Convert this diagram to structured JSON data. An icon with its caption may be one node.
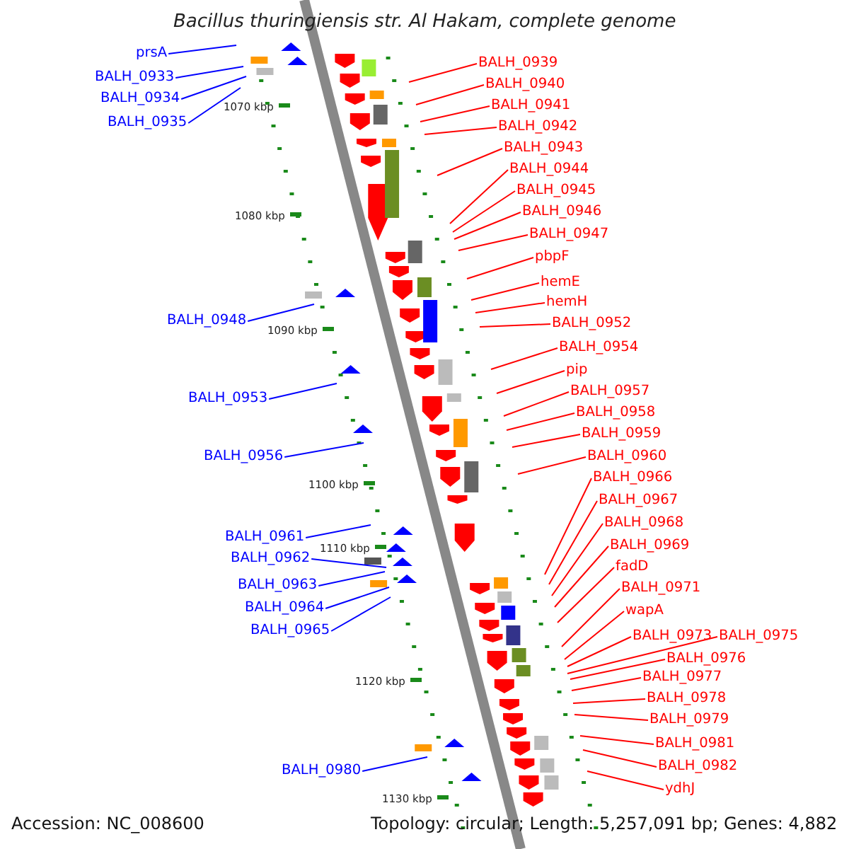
{
  "diagram": {
    "title": "Bacillus thuringiensis str. Al Hakam, complete genome",
    "nodes": [
      {
        "text": [
          "prsA"
        ]
      },
      {
        "text": [
          "BALH_0933"
        ]
      },
      {
        "text": [
          "BALH_0934"
        ]
      },
      {
        "text": [
          "BALH_0935"
        ]
      },
      {
        "text": [
          "BALH_0948"
        ]
      },
      {
        "text": [
          "BALH_0953"
        ]
      },
      {
        "text": [
          "BALH_0956"
        ]
      },
      {
        "text": [
          "BALH_0961"
        ]
      },
      {
        "text": [
          "BALH_0962"
        ]
      },
      {
        "text": [
          "BALH_0963"
        ]
      },
      {
        "text": [
          "BALH_0964"
        ]
      },
      {
        "text": [
          "BALH_0965"
        ]
      },
      {
        "text": [
          "BALH_0980"
        ]
      },
      {
        "text": [
          "BALH_0939"
        ]
      },
      {
        "text": [
          "BALH_0940"
        ]
      },
      {
        "text": [
          "BALH_0941"
        ]
      },
      {
        "text": [
          "BALH_0942"
        ]
      },
      {
        "text": [
          "BALH_0943"
        ]
      },
      {
        "text": [
          "BALH_0944"
        ]
      },
      {
        "text": [
          "BALH_0945"
        ]
      },
      {
        "text": [
          "BALH_0946"
        ]
      },
      {
        "text": [
          "BALH_0947"
        ]
      },
      {
        "text": [
          "pbpF"
        ]
      },
      {
        "text": [
          "hemE"
        ]
      },
      {
        "text": [
          "hemH"
        ]
      },
      {
        "text": [
          "BALH_0952"
        ]
      },
      {
        "text": [
          "BALH_0954"
        ]
      },
      {
        "text": [
          "pip"
        ]
      },
      {
        "text": [
          "BALH_0957"
        ]
      },
      {
        "text": [
          "BALH_0958"
        ]
      },
      {
        "text": [
          "BALH_0959"
        ]
      },
      {
        "text": [
          "BALH_0960"
        ]
      },
      {
        "text": [
          "BALH_0966"
        ]
      },
      {
        "text": [
          "BALH_0967"
        ]
      },
      {
        "text": [
          "BALH_0968"
        ]
      },
      {
        "text": [
          "BALH_0969"
        ]
      },
      {
        "text": [
          "fadD"
        ]
      },
      {
        "text": [
          "BALH_0971"
        ]
      },
      {
        "text": [
          "wapA"
        ]
      },
      {
        "text": [
          "BALH_0973"
        ]
      },
      {
        "text": [
          "BALH_0975"
        ]
      },
      {
        "text": [
          "BALH_0976"
        ]
      },
      {
        "text": [
          "BALH_0977"
        ]
      },
      {
        "text": [
          "BALH_0978"
        ]
      },
      {
        "text": [
          "BALH_0979"
        ]
      },
      {
        "text": [
          "BALH_0981"
        ]
      },
      {
        "text": [
          "BALH_0982"
        ]
      },
      {
        "text": [
          "ydhJ"
        ]
      }
    ],
    "edges": [
      {
        "from": 0,
        "to": null,
        "arrow": "none",
        "color": "#0000ff"
      },
      {
        "from": 1,
        "to": null,
        "arrow": "none",
        "color": "#0000ff"
      },
      {
        "from": 2,
        "to": null,
        "arrow": "none",
        "color": "#0000ff"
      },
      {
        "from": 3,
        "to": null,
        "arrow": "none",
        "color": "#0000ff"
      },
      {
        "from": 4,
        "to": null,
        "arrow": "none",
        "color": "#0000ff"
      },
      {
        "from": 5,
        "to": null,
        "arrow": "none",
        "color": "#0000ff"
      },
      {
        "from": 6,
        "to": null,
        "arrow": "none",
        "color": "#0000ff"
      },
      {
        "from": 7,
        "to": null,
        "arrow": "none",
        "color": "#0000ff"
      },
      {
        "from": 8,
        "to": null,
        "arrow": "none",
        "color": "#0000ff"
      },
      {
        "from": 9,
        "to": null,
        "arrow": "none",
        "color": "#0000ff"
      },
      {
        "from": 10,
        "to": null,
        "arrow": "none",
        "color": "#0000ff"
      },
      {
        "from": 11,
        "to": null,
        "arrow": "none",
        "color": "#0000ff"
      },
      {
        "from": 12,
        "to": null,
        "arrow": "none",
        "color": "#0000ff"
      },
      {
        "from": 13,
        "to": null,
        "arrow": "none"
      },
      {
        "from": 14,
        "to": null,
        "arrow": "none"
      },
      {
        "from": 15,
        "to": null,
        "arrow": "none"
      },
      {
        "from": 16,
        "to": null,
        "arrow": "none"
      },
      {
        "from": 17,
        "to": null,
        "arrow": "none"
      },
      {
        "from": 18,
        "to": null,
        "arrow": "none"
      },
      {
        "from": 19,
        "to": null,
        "arrow": "none"
      },
      {
        "from": 20,
        "to": null,
        "arrow": "none"
      },
      {
        "from": 21,
        "to": null,
        "arrow": "none"
      },
      {
        "from": 22,
        "to": null,
        "arrow": "none"
      },
      {
        "from": 23,
        "to": null,
        "arrow": "none"
      },
      {
        "from": 24,
        "to": null,
        "arrow": "none"
      },
      {
        "from": 25,
        "to": null,
        "arrow": "none"
      },
      {
        "from": 26,
        "to": null,
        "arrow": "none"
      },
      {
        "from": 27,
        "to": null,
        "arrow": "none"
      },
      {
        "from": 28,
        "to": null,
        "arrow": "none"
      },
      {
        "from": 29,
        "to": null,
        "arrow": "none"
      },
      {
        "from": 30,
        "to": null,
        "arrow": "none"
      },
      {
        "from": 31,
        "to": null,
        "arrow": "none"
      },
      {
        "from": 32,
        "to": null,
        "arrow": "none"
      },
      {
        "from": 33,
        "to": null,
        "arrow": "none"
      },
      {
        "from": 34,
        "to": null,
        "arrow": "none"
      },
      {
        "from": 35,
        "to": null,
        "arrow": "none"
      },
      {
        "from": 36,
        "to": null,
        "arrow": "none"
      },
      {
        "from": 37,
        "to": null,
        "arrow": "none"
      },
      {
        "from": 38,
        "to": null,
        "arrow": "none"
      },
      {
        "from": 39,
        "to": null,
        "arrow": "none"
      },
      {
        "from": 40,
        "to": null,
        "arrow": "none"
      },
      {
        "from": 41,
        "to": null,
        "arrow": "none"
      },
      {
        "from": 42,
        "to": null,
        "arrow": "none"
      },
      {
        "from": 43,
        "to": null,
        "arrow": "none"
      },
      {
        "from": 44,
        "to": null,
        "arrow": "none"
      },
      {
        "from": 45,
        "to": null,
        "arrow": "none"
      },
      {
        "from": 46,
        "to": null,
        "arrow": "none"
      },
      {
        "from": 47,
        "to": null,
        "arrow": "none"
      }
    ],
    "labels": [
      "1070 kbp",
      "1080 kbp",
      "1090 kbp",
      "1100 kbp",
      "1110 kbp",
      "1120 kbp",
      "1130 kbp",
      "Accession: NC_008600",
      "Topology: circular; Length: 5,257,091 bp; Genes: 4,882"
    ]
  }
}
